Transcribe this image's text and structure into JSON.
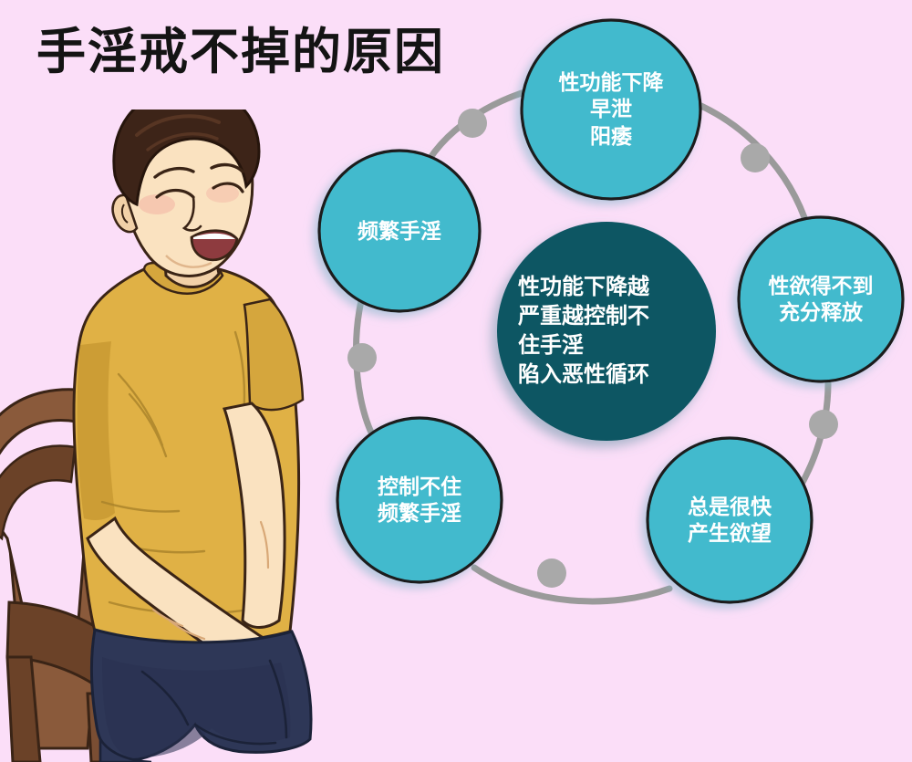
{
  "page": {
    "title": "手淫戒不掉的原因",
    "background_color": "#fbdef8"
  },
  "colors": {
    "background": "#fbdef8",
    "node_fill": "#43bacd",
    "node_stroke": "#1a1a1a",
    "center_fill": "#0b5663",
    "connector": "#9a9a9a",
    "connector_dot": "#a9a9a9",
    "text": "#ffffff",
    "title_text": "#141414",
    "shirt": "#e0b145",
    "shirt_shadow": "#c89a33",
    "skin": "#f7ddb6",
    "skin_shadow": "#e9c79a",
    "hair": "#3d2418",
    "pants": "#2e3757",
    "pants_shadow": "#232a43",
    "chair": "#8a5a3b",
    "chair_dark": "#6b4228"
  },
  "illustration": {
    "name": "sitting-man-illustration",
    "description": "卡通男子坐在木椅上"
  },
  "diagram": {
    "type": "cycle",
    "center_node": {
      "id": "center",
      "lines": [
        "性功能下降越",
        "严重越控制不",
        "住手淫",
        "陷入恶性循环"
      ]
    },
    "nodes": [
      {
        "id": "node-top",
        "lines": [
          "性功能下降",
          "早泄",
          "阳痿"
        ]
      },
      {
        "id": "node-right-upper",
        "lines": [
          "性欲得不到",
          "充分释放"
        ]
      },
      {
        "id": "node-right-lower",
        "lines": [
          "总是很快",
          "产生欲望"
        ]
      },
      {
        "id": "node-left-lower",
        "lines": [
          "控制不住",
          "频繁手淫"
        ]
      },
      {
        "id": "node-left-upper",
        "lines": [
          "频繁手淫"
        ]
      }
    ],
    "connector_dots": 5
  }
}
